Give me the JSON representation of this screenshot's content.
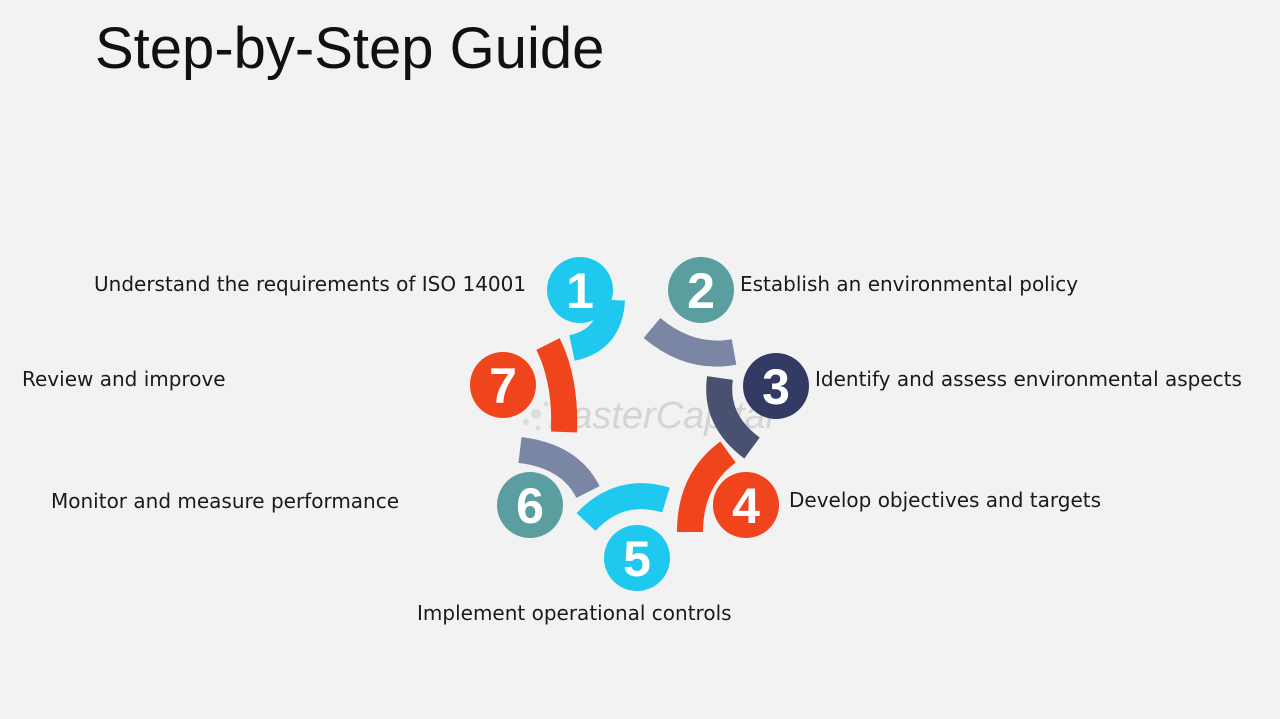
{
  "title": "Step-by-Step Guide",
  "watermark": "FasterCapital",
  "steps": [
    {
      "number": "1",
      "label": "Understand the requirements of ISO 14001",
      "color": "#1ec8ee"
    },
    {
      "number": "2",
      "label": "Establish an environmental policy",
      "color": "#5b9ea0"
    },
    {
      "number": "3",
      "label": "Identify and assess environmental aspects",
      "color": "#333a63"
    },
    {
      "number": "4",
      "label": "Develop objectives and targets",
      "color": "#f0441c"
    },
    {
      "number": "5",
      "label": "Implement operational controls",
      "color": "#1ec8ee"
    },
    {
      "number": "6",
      "label": "Monitor and measure performance",
      "color": "#5b9ea0"
    },
    {
      "number": "7",
      "label": "Review and improve",
      "color": "#f0441c"
    }
  ],
  "arc_colors": {
    "step1": "#1ec8ee",
    "step2": "#7a86a3",
    "step3": "#4a5170",
    "step4": "#f0441c",
    "step5": "#1ec8ee",
    "step6": "#7a86a3",
    "step7": "#f0441c"
  }
}
